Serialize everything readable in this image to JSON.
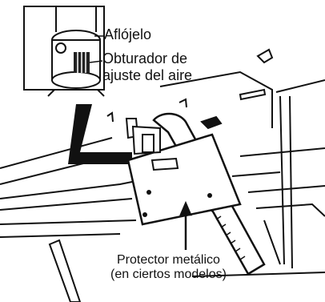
{
  "callouts": {
    "aflojelo": "Aflójelo",
    "obturador_line1": "Obturador de",
    "obturador_line2": "ajuste del aire",
    "protector_line1": "Protector metálico",
    "protector_line2": "(en ciertos modelos)"
  }
}
